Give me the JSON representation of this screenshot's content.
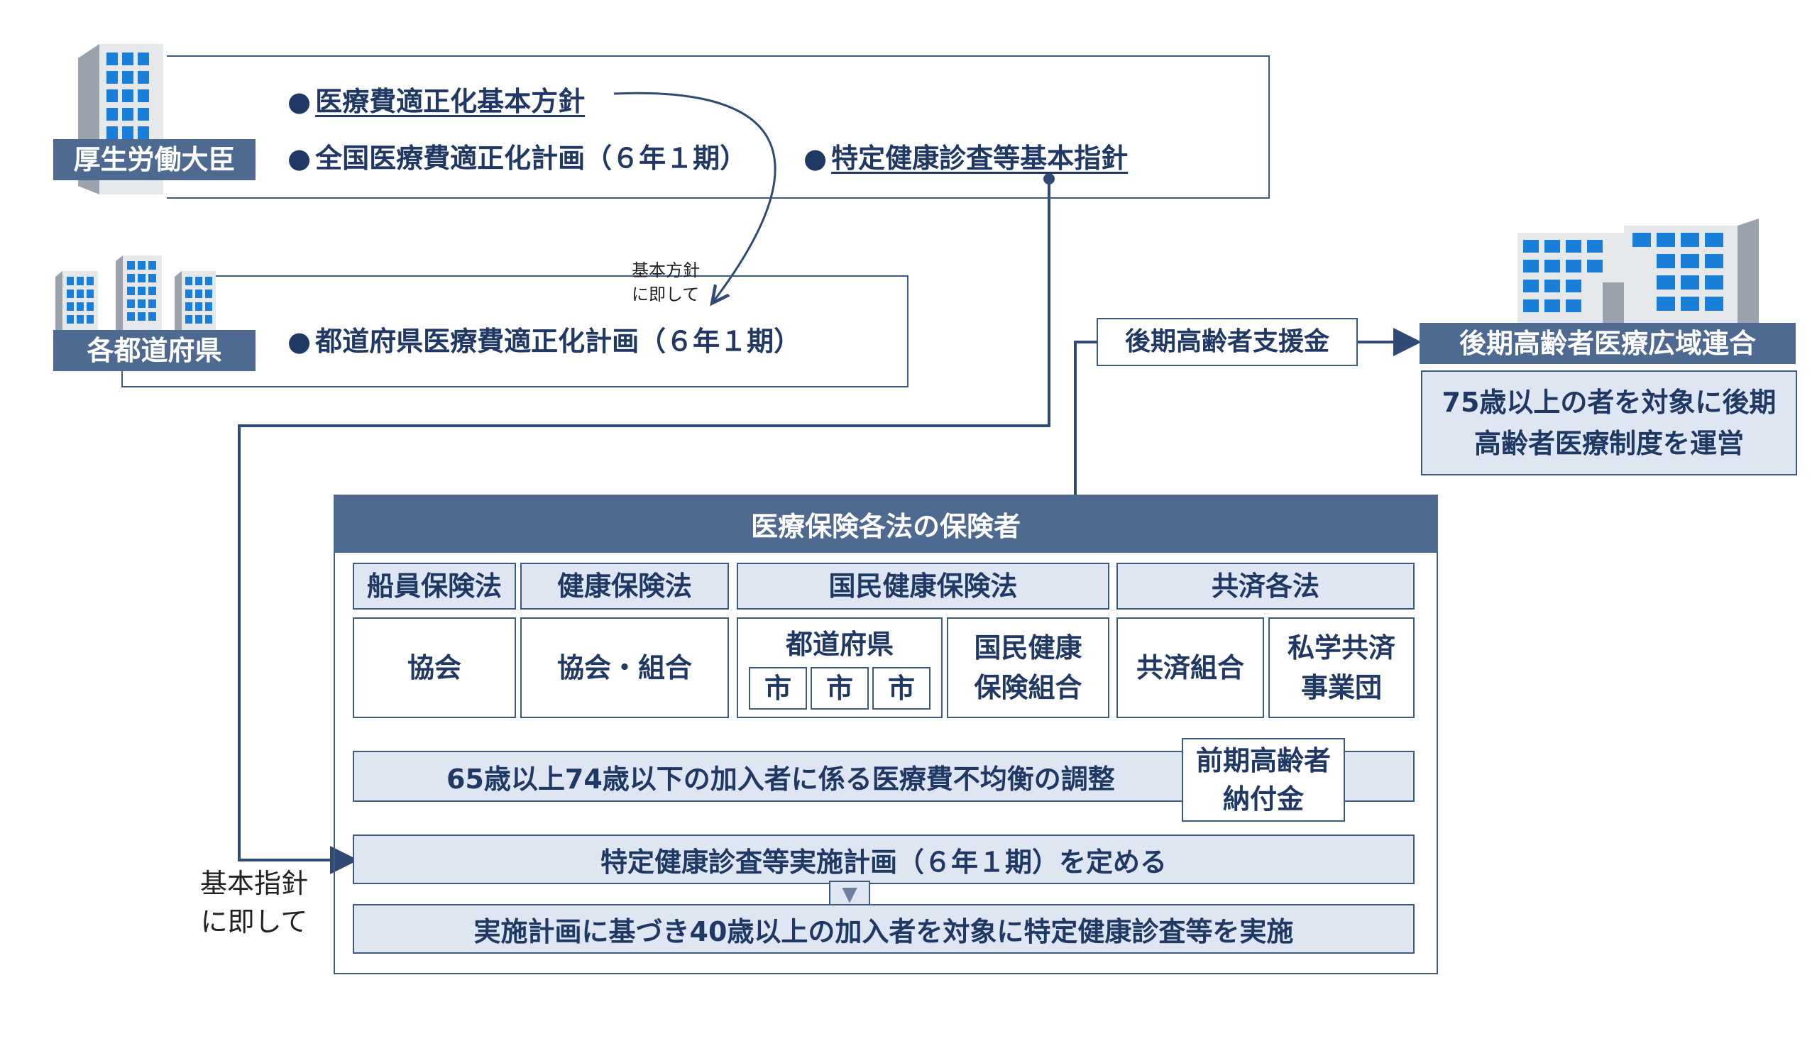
{
  "colors": {
    "primary": "#4f6a91",
    "line": "#2f4a74",
    "fill_light": "#dde6f1",
    "text": "#1f3864"
  },
  "icons": {
    "ministry": "office-building-icon",
    "prefecture": "buildings-icon",
    "union": "hospital-building-icon"
  },
  "ministry": {
    "tag": "厚生労働大臣",
    "item1": "医療費適正化基本方針",
    "item2": "全国医療費適正化計画（６年１期）",
    "item3": "特定健康診査等基本指針",
    "bullet": "●"
  },
  "prefecture": {
    "tag": "各都道府県",
    "item1": "都道府県医療費適正化計画（６年１期）",
    "note_line1": "基本方針",
    "note_line2": "に即して"
  },
  "support": {
    "label": "後期高齢者支援金"
  },
  "union": {
    "tag": "後期高齢者医療広域連合",
    "desc_line1": "75歳以上の者を対象に後期",
    "desc_line2": "高齢者医療制度を運営"
  },
  "insurers": {
    "header": "医療保険各法の保険者",
    "laws": [
      "船員保険法",
      "健康保険法",
      "国民健康保険法",
      "共済各法"
    ],
    "cells": {
      "kyokai": "協会",
      "kyokai_kumiai": "協会・組合",
      "todofuken": "都道府県",
      "shi": "市",
      "kokuho_line1": "国民健康",
      "kokuho_line2": "保険組合",
      "kyosai": "共済組合",
      "shigaku_line1": "私学共済",
      "shigaku_line2": "事業団"
    },
    "adjust_bar": "65歳以上74歳以下の加入者に係る医療費不均衡の調整",
    "zenki_line1": "前期高齢者",
    "zenki_line2": "納付金",
    "plan_bar": "特定健康診査等実施計画（６年１期）を定める",
    "implement_bar": "実施計画に基づき40歳以上の加入者を対象に特定健康診査等を実施",
    "down_arrow": "▼"
  },
  "guideline_note": {
    "line1": "基本指針",
    "line2": "に即して"
  }
}
